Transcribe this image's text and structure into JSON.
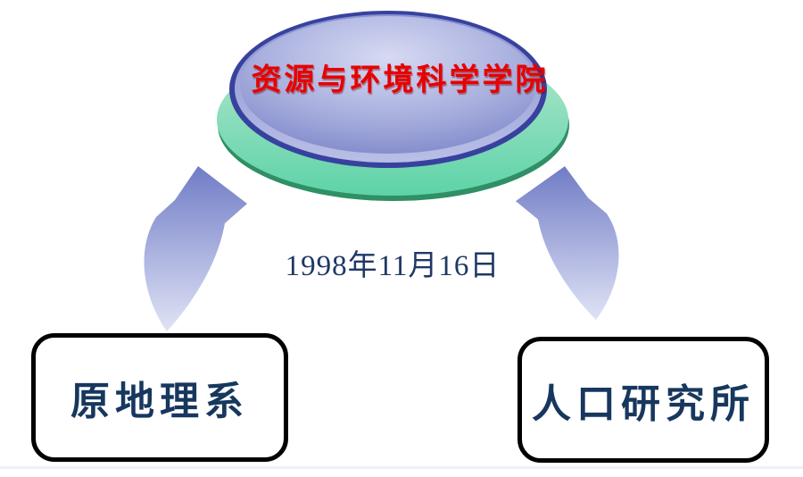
{
  "slide": {
    "background_color": "#FFFFFF",
    "ellipse": {
      "title": "资源与环境科学学院",
      "title_color": "#E80000",
      "disc_colors": {
        "outer_ring": "#38429E",
        "bevel_top": "#8891D1",
        "bevel_bottom": "#B9BFE5",
        "body_highlight": "#D6DAF3",
        "body_mid": "#A7AEDD",
        "body_dark": "#6B76C0"
      },
      "base_colors": {
        "top": "#B5E7D0",
        "bottom": "#5ED3A7",
        "rim": "#2F8F65"
      }
    },
    "date_label": {
      "text": "1998年11月16日",
      "color": "#1F3864"
    },
    "boxes": [
      {
        "label": "原地理系",
        "text_color": "#17375E",
        "border_color": "#000000",
        "fill": "#FFFFFF"
      },
      {
        "label": "人口研究所",
        "text_color": "#17375E",
        "border_color": "#000000",
        "fill": "#FFFFFF"
      }
    ],
    "arrows": [
      {
        "name": "left-curved-arrow",
        "gradient_top": "#707CC6",
        "gradient_bottom": "#E0E3F5"
      },
      {
        "name": "right-curved-arrow",
        "gradient_top": "#707CC6",
        "gradient_bottom": "#E0E3F5"
      }
    ]
  }
}
